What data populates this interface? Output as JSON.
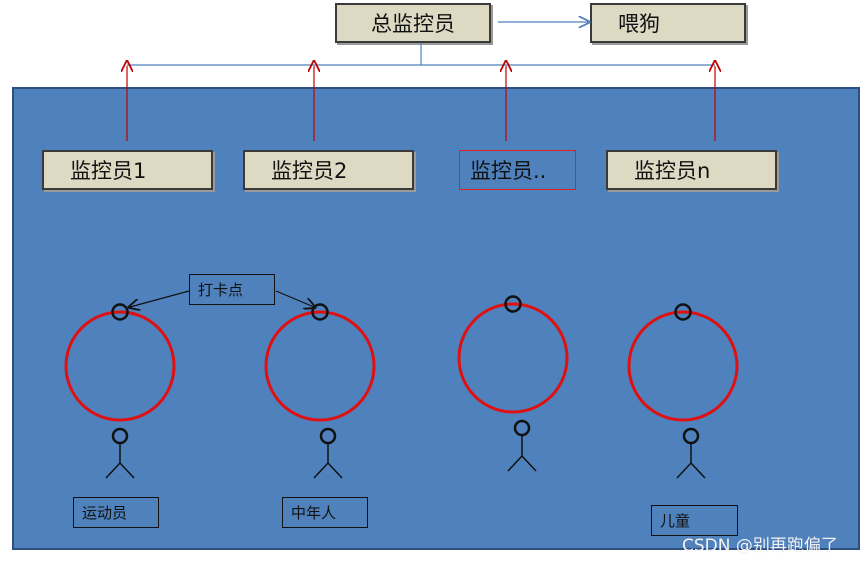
{
  "top": {
    "supervisor": "总监控员",
    "watchdog": "喂狗"
  },
  "monitors": [
    "监控员1",
    "监控员2",
    "监控员..",
    "监控员n"
  ],
  "checkpoint_label": "打卡点",
  "people": [
    "运动员",
    "中年人",
    "儿童"
  ],
  "watermark": "CSDN @别再跑偏了",
  "colors": {
    "panel": "#4f81bd",
    "box_fill": "#ddd9c3",
    "arrow_red": "#c00000",
    "ring_red": "#e01010",
    "connector_blue": "#4f81bd"
  }
}
